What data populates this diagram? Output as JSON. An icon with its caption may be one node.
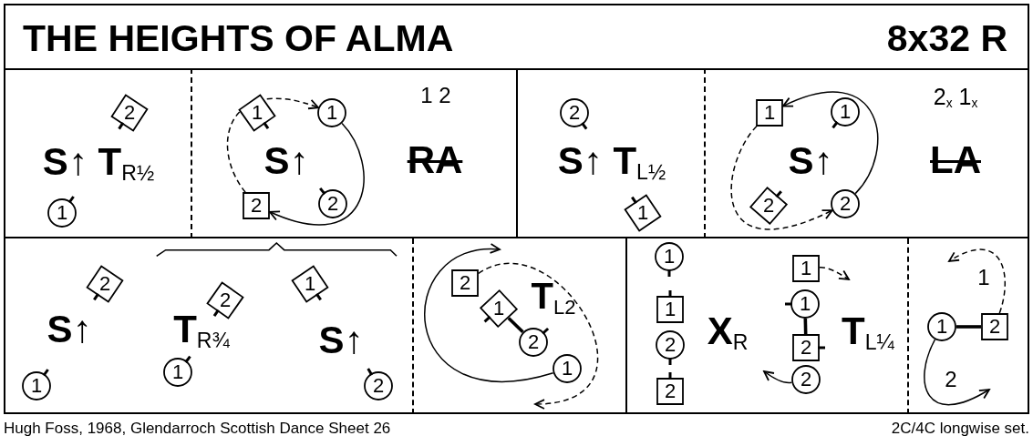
{
  "diagram": {
    "title": "THE HEIGHTS OF ALMA",
    "nodes": [
      {
        "text": [
          "**S**↑ **T**$_{R½}$"
        ]
      },
      {
        "text": [
          "2"
        ],
        "in": 0
      },
      {
        "text": [
          "1"
        ],
        "in": 0
      },
      {
        "text": [
          "1 2",
          "**S**↑",
          "RA"
        ]
      },
      {
        "text": [
          "1"
        ],
        "in": 3
      },
      {
        "text": [
          "1"
        ],
        "in": 3
      },
      {
        "text": [
          "2"
        ],
        "in": 3
      },
      {
        "text": [
          "2"
        ],
        "in": 3
      },
      {
        "text": [
          "**S**↑ **T**$_{L½}$"
        ]
      },
      {
        "text": [
          "2"
        ],
        "in": 8
      },
      {
        "text": [
          "1"
        ],
        "in": 8
      },
      {
        "text": [
          "2$_{x}$ 1$_{x}$",
          "**S**↑",
          "LA"
        ]
      },
      {
        "text": [
          "1"
        ],
        "in": 11
      },
      {
        "text": [
          "1"
        ],
        "in": 11
      },
      {
        "text": [
          "2"
        ],
        "in": 11
      },
      {
        "text": [
          "2"
        ],
        "in": 11
      },
      {
        "text": [
          "**S**↑",
          "**T**$_{R¾}$",
          "**S**↑"
        ]
      },
      {
        "text": [
          "2"
        ],
        "in": 16
      },
      {
        "text": [
          "1"
        ],
        "in": 16
      },
      {
        "text": [
          "2"
        ],
        "in": 16
      },
      {
        "text": [
          "1"
        ],
        "in": 16
      },
      {
        "text": [
          "1"
        ],
        "in": 16
      },
      {
        "text": [
          "2"
        ],
        "in": 16
      },
      {
        "text": [
          "**T**$_{L2}$"
        ]
      },
      {
        "text": [
          "2"
        ],
        "in": 23
      },
      {
        "text": [
          "1"
        ],
        "in": 23
      },
      {
        "text": [
          "2"
        ],
        "in": 23
      },
      {
        "text": [
          "1"
        ],
        "in": 23
      },
      {
        "text": [
          "**X**$_{R}$",
          "**T**$_{L¼}$"
        ]
      },
      {
        "text": [
          "1"
        ],
        "in": 28
      },
      {
        "text": [
          "1"
        ],
        "in": 28
      },
      {
        "text": [
          "2"
        ],
        "in": 28
      },
      {
        "text": [
          "2"
        ],
        "in": 28
      },
      {
        "text": [
          "1"
        ],
        "in": 28
      },
      {
        "text": [
          "1"
        ],
        "in": 28
      },
      {
        "text": [
          "2"
        ],
        "in": 28
      },
      {
        "text": [
          "2"
        ],
        "in": 28
      },
      {
        "text": [],
        "shape": "box"
      },
      {
        "text": [
          "1"
        ],
        "in": 37
      },
      {
        "text": [
          "2"
        ],
        "in": 37
      }
    ],
    "edges": [
      {
        "from": 6,
        "to": 5,
        "arrow": "to",
        "style": "dashed"
      },
      {
        "from": 5,
        "to": 6,
        "arrow": "to"
      },
      {
        "from": 15,
        "to": 12,
        "arrow": "to"
      },
      {
        "from": 12,
        "to": 15,
        "arrow": "to",
        "style": "dashed"
      },
      {
        "from": 24,
        "to": null,
        "arrow": "to",
        "style": "dashed"
      },
      {
        "from": 27,
        "to": null,
        "arrow": "to"
      },
      {
        "from": 25,
        "to": 26,
        "arrow": "none",
        "style": "thick"
      },
      {
        "from": 33,
        "to": null,
        "arrow": "to",
        "style": "dashed"
      },
      {
        "from": 34,
        "to": 35,
        "arrow": "none",
        "style": "thick"
      },
      {
        "from": 36,
        "to": null,
        "arrow": "to"
      },
      {
        "from": 39,
        "to": null,
        "arrow": "to",
        "style": "dashed",
        "label": "1"
      },
      {
        "from": 38,
        "to": 39,
        "arrow": "none",
        "style": "thick"
      },
      {
        "from": 38,
        "to": null,
        "arrow": "to",
        "label": "2"
      }
    ],
    "labels": [
      "8x32 R",
      "Hugh Foss, 1968, Glendarroch Scottish Dance Sheet 26",
      "2C/4C longwise set."
    ]
  }
}
